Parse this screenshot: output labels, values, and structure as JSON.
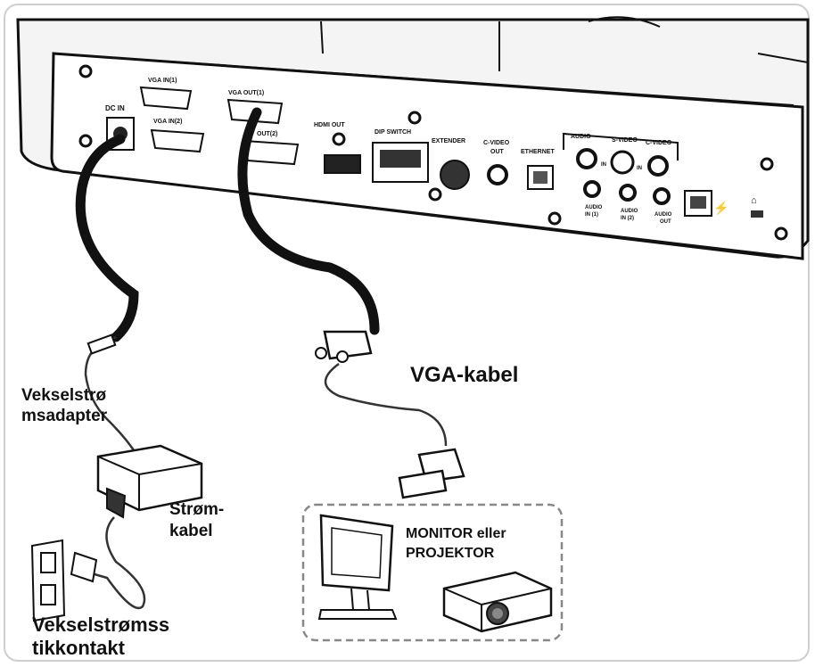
{
  "ports": {
    "dc_in": "DC IN",
    "vga_in_1": "VGA IN(1)",
    "vga_in_2": "VGA IN(2)",
    "vga_out_1": "VGA OUT(1)",
    "vga_out_2_partial": "OUT(2)",
    "hdmi_out": "HDMI OUT",
    "dip_switch": "DIP SWITCH",
    "extender": "EXTENDER",
    "c_video_out_1": "C-VIDEO",
    "c_video_out_2": "OUT",
    "ethernet": "ETHERNET",
    "audio": "AUDIO",
    "s_video": "S-VIDEO",
    "c_video": "C-VIDEO",
    "in_1": "IN",
    "in_2": "IN",
    "audio_in_1_a": "AUDIO",
    "audio_in_1_b": "IN (1)",
    "audio_in_2_a": "AUDIO",
    "audio_in_2_b": "IN (2)",
    "audio_out_a": "AUDIO",
    "audio_out_b": "OUT"
  },
  "labels": {
    "adapter_line1": "Vekselstrø",
    "adapter_line2": "msadapter",
    "vga_cable": "VGA-kabel",
    "power_cord_line1": "Strøm-",
    "power_cord_line2": "kabel",
    "monitor_line1": "MONITOR eller",
    "monitor_line2": "PROJEKTOR",
    "outlet_line1": "Vekselstrømss",
    "outlet_line2": "tikkontakt"
  }
}
